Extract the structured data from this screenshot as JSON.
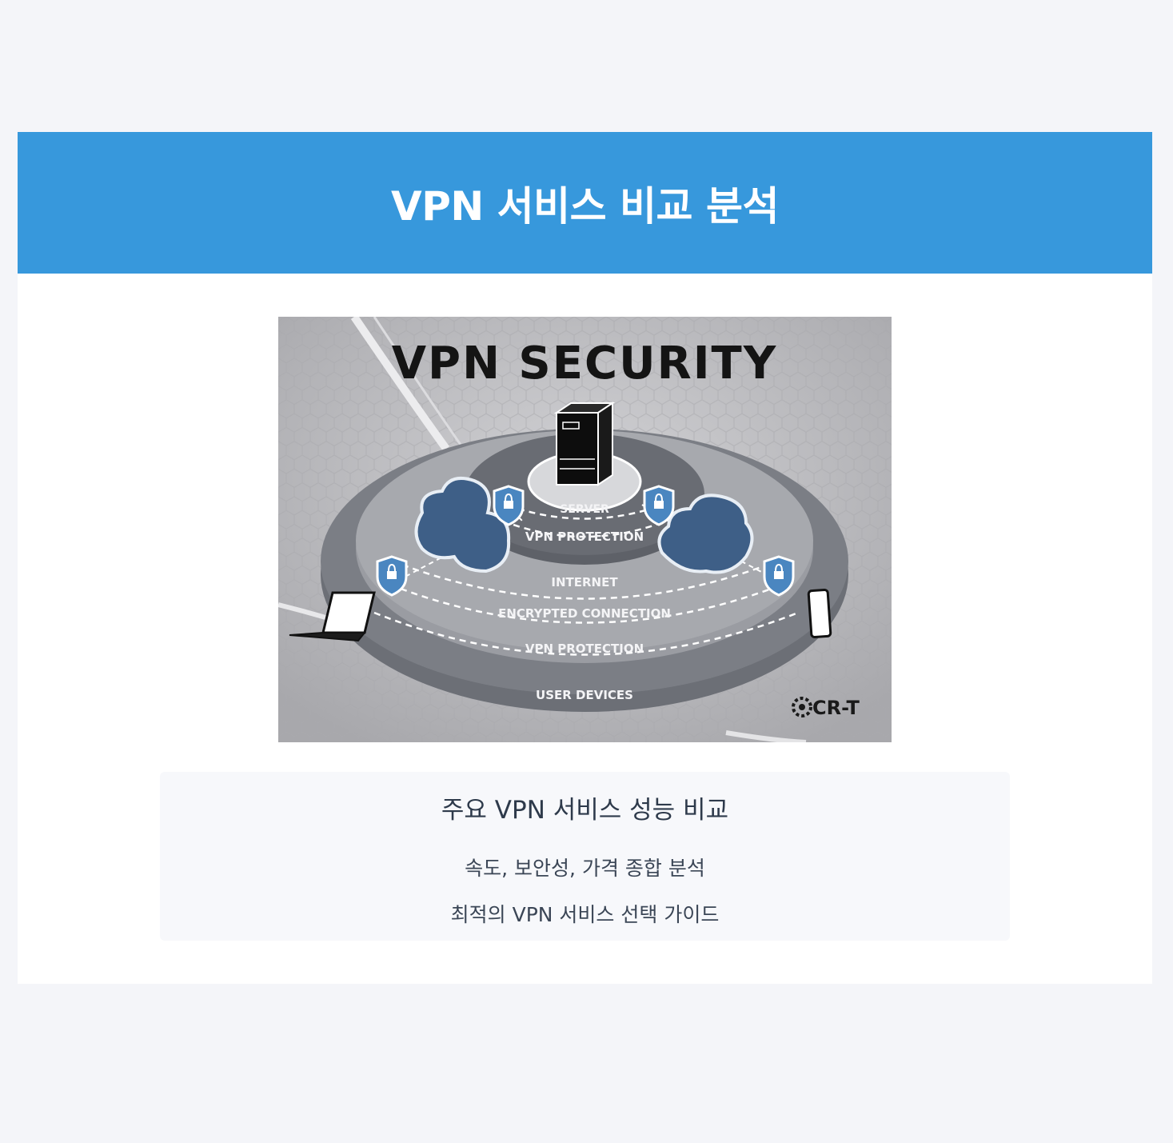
{
  "page": {
    "title": "VPN 서비스 비교 분석"
  },
  "hero": {
    "heading": "VPN SECURITY",
    "labels": {
      "server": "SERVER",
      "vpn_protection_inner": "VPN PROTECTION",
      "internet": "INTERNET",
      "encrypted": "ENCRYPTED CONNECTION",
      "vpn_protection_outer": "VPN PROTECTION",
      "user_devices": "USER DEVICES"
    },
    "logo": "CR-T",
    "icons": [
      "server-icon",
      "cloud-icon",
      "shield-lock-icon",
      "laptop-icon",
      "smartphone-icon"
    ]
  },
  "info": {
    "subtitle": "주요 VPN 서비스 성능 비교",
    "line1": "속도, 보안성, 가격 종합 분석",
    "line2": "최적의 VPN 서비스 선택 가이드"
  },
  "colors": {
    "header": "#3798dc",
    "background": "#f4f5f9",
    "card": "#ffffff",
    "info_box": "#f7f8fb",
    "cloud": "#3e5f87",
    "shield": "#4a86c0"
  }
}
